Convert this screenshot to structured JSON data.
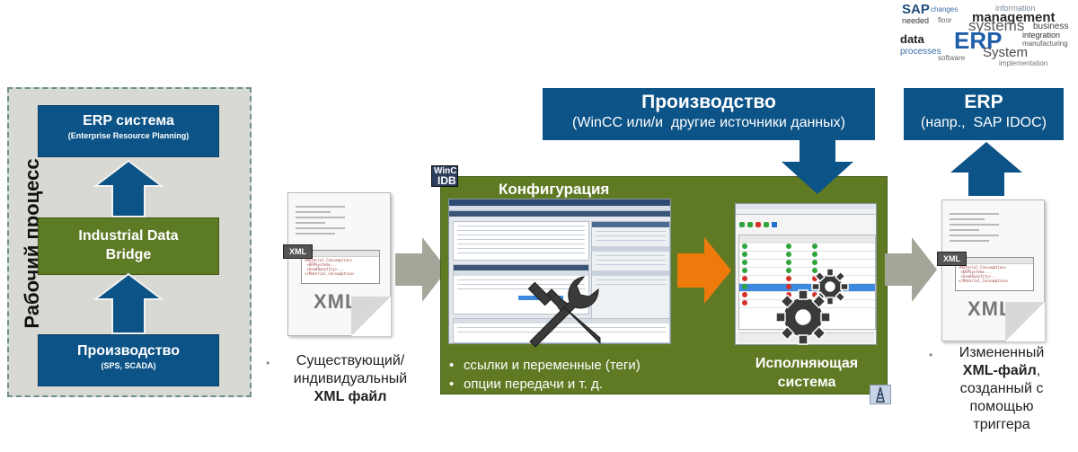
{
  "process_panel": {
    "title": "Рабочий процесс",
    "erp": {
      "title": "ERP система",
      "subtitle": "(Enterprise Resource Planning)"
    },
    "bridge": {
      "line1": "Industrial Data",
      "line2": "Bridge"
    },
    "production": {
      "title": "Производство",
      "subtitle": "(SPS, SCADA)"
    }
  },
  "left_doc": {
    "badge": "XML",
    "big_label": "XML",
    "caption_line1": "Существующий/",
    "caption_line2": "индивидуальный",
    "caption_bold": "XML файл"
  },
  "config": {
    "logo_top": "WinC",
    "logo_bottom": "IDB",
    "title": "Конфигурация",
    "bullets": [
      "ссылки и переменные (теги)",
      "опции передачи и т. д."
    ]
  },
  "runtime": {
    "caption_line1": "Исполняющая",
    "caption_line2": "система"
  },
  "banner_production": {
    "title": "Производство",
    "subtitle": "(WinCC или/и  другие источники данных)"
  },
  "banner_erp": {
    "title": "ERP",
    "subtitle": "(напр.,  SAP IDOC)"
  },
  "right_doc": {
    "badge": "XML",
    "big_label": "XML",
    "caption_line1": "Измененный",
    "caption_bold": "XML-файл",
    "caption_comma": ",",
    "caption_line3": "созданный с",
    "caption_line4": "помощью",
    "caption_line5": "триггера"
  },
  "word_cloud": {
    "words": [
      "SAP",
      "changes",
      "information",
      "management",
      "needed",
      "floor",
      "systems",
      "business",
      "integration",
      "data",
      "ERP",
      "processes",
      "manufacturing",
      "System",
      "software",
      "implementation"
    ]
  },
  "colors": {
    "blue": "#0c5387",
    "green": "#5d7a24",
    "orange": "#ef7a0c",
    "grey_arrow": "#a2a79a"
  }
}
